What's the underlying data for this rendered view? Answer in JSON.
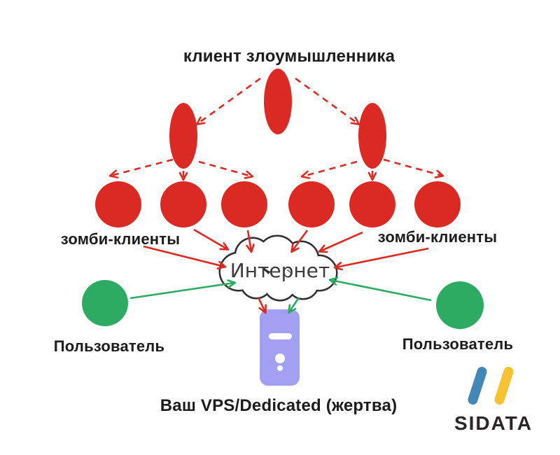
{
  "diagram": {
    "labels": {
      "attacker_client": "клиент злоумышленника",
      "zombie_left": "зомби-клиенты",
      "zombie_right": "зомби-клиенты",
      "user_left": "Пользователь",
      "user_right": "Пользователь",
      "internet": "Интернет",
      "victim": "Ваш VPS/Dedicated (жертва)"
    },
    "nodes": {
      "attacker_tier1_count": 1,
      "attacker_tier2_count": 2,
      "zombie_count": 6,
      "user_count": 2,
      "server_count": 1
    },
    "colors": {
      "attacker_red": "#da2a23",
      "user_green": "#2dab63",
      "server_purple": "#a39ff2",
      "cloud_outline": "#303030",
      "label_text": "#1c1c1c",
      "internet_text": "#3b3b3b"
    }
  },
  "logo": {
    "text": "SIDATA",
    "colors": {
      "slash_blue": "#4287b6",
      "slash_yellow": "#f6c234",
      "text": "#2b2526"
    }
  }
}
